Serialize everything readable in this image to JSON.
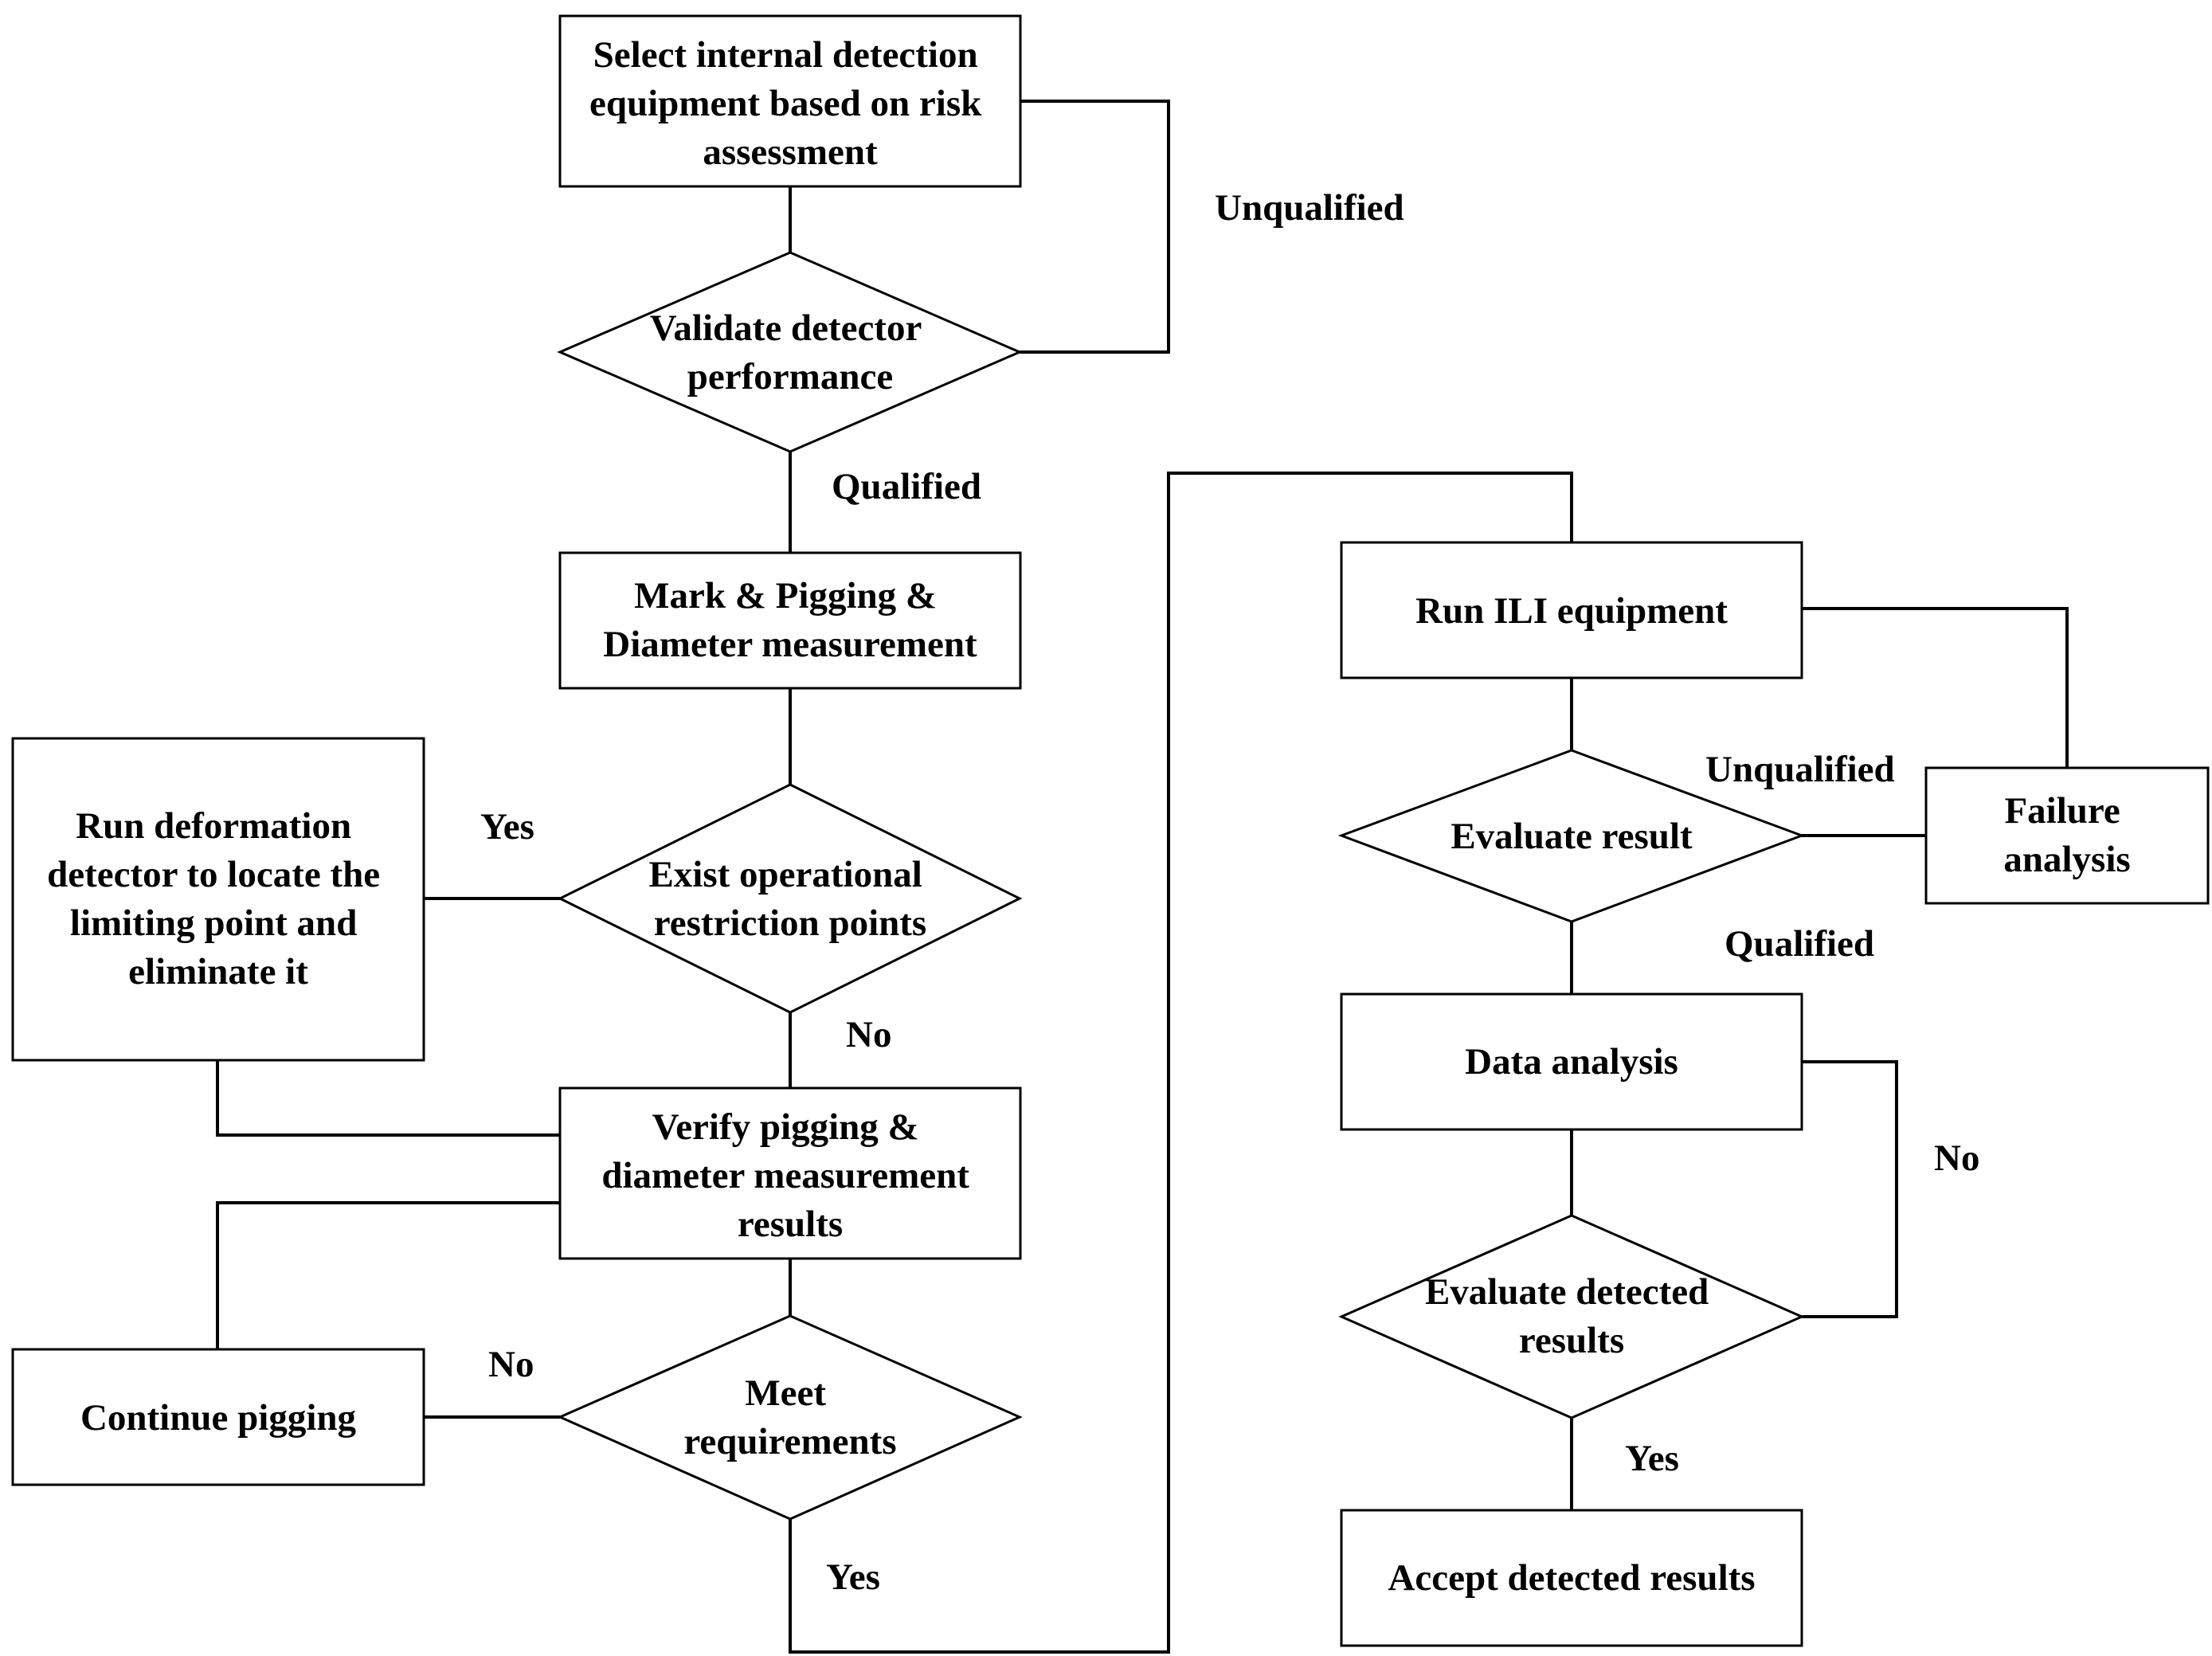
{
  "nodes": {
    "select_equipment": [
      "Select internal detection",
      "equipment based on risk",
      "assessment"
    ],
    "validate_performance": [
      "Validate detector",
      "performance"
    ],
    "mark_pigging": [
      "Mark & Pigging &",
      "Diameter measurement"
    ],
    "exist_restriction": [
      "Exist operational",
      "restriction points"
    ],
    "run_deformation": [
      "Run deformation",
      "detector to locate the",
      "limiting point and",
      "eliminate it"
    ],
    "verify_results": [
      "Verify pigging &",
      "diameter measurement",
      "results"
    ],
    "meet_requirements": [
      "Meet",
      "requirements"
    ],
    "continue_pigging": [
      "Continue pigging"
    ],
    "run_ili": [
      "Run ILI equipment"
    ],
    "evaluate_result": [
      "Evaluate result"
    ],
    "failure_analysis": [
      "Failure",
      "analysis"
    ],
    "data_analysis": [
      "Data analysis"
    ],
    "evaluate_detected": [
      "Evaluate detected",
      "results"
    ],
    "accept_results": [
      "Accept detected results"
    ]
  },
  "labels": {
    "unqualified_1": "Unqualified",
    "qualified_1": "Qualified",
    "yes_restriction": "Yes",
    "no_restriction": "No",
    "no_meet": "No",
    "yes_meet": "Yes",
    "unqualified_2": "Unqualified",
    "qualified_2": "Qualified",
    "no_evaluate": "No",
    "yes_evaluate": "Yes"
  }
}
